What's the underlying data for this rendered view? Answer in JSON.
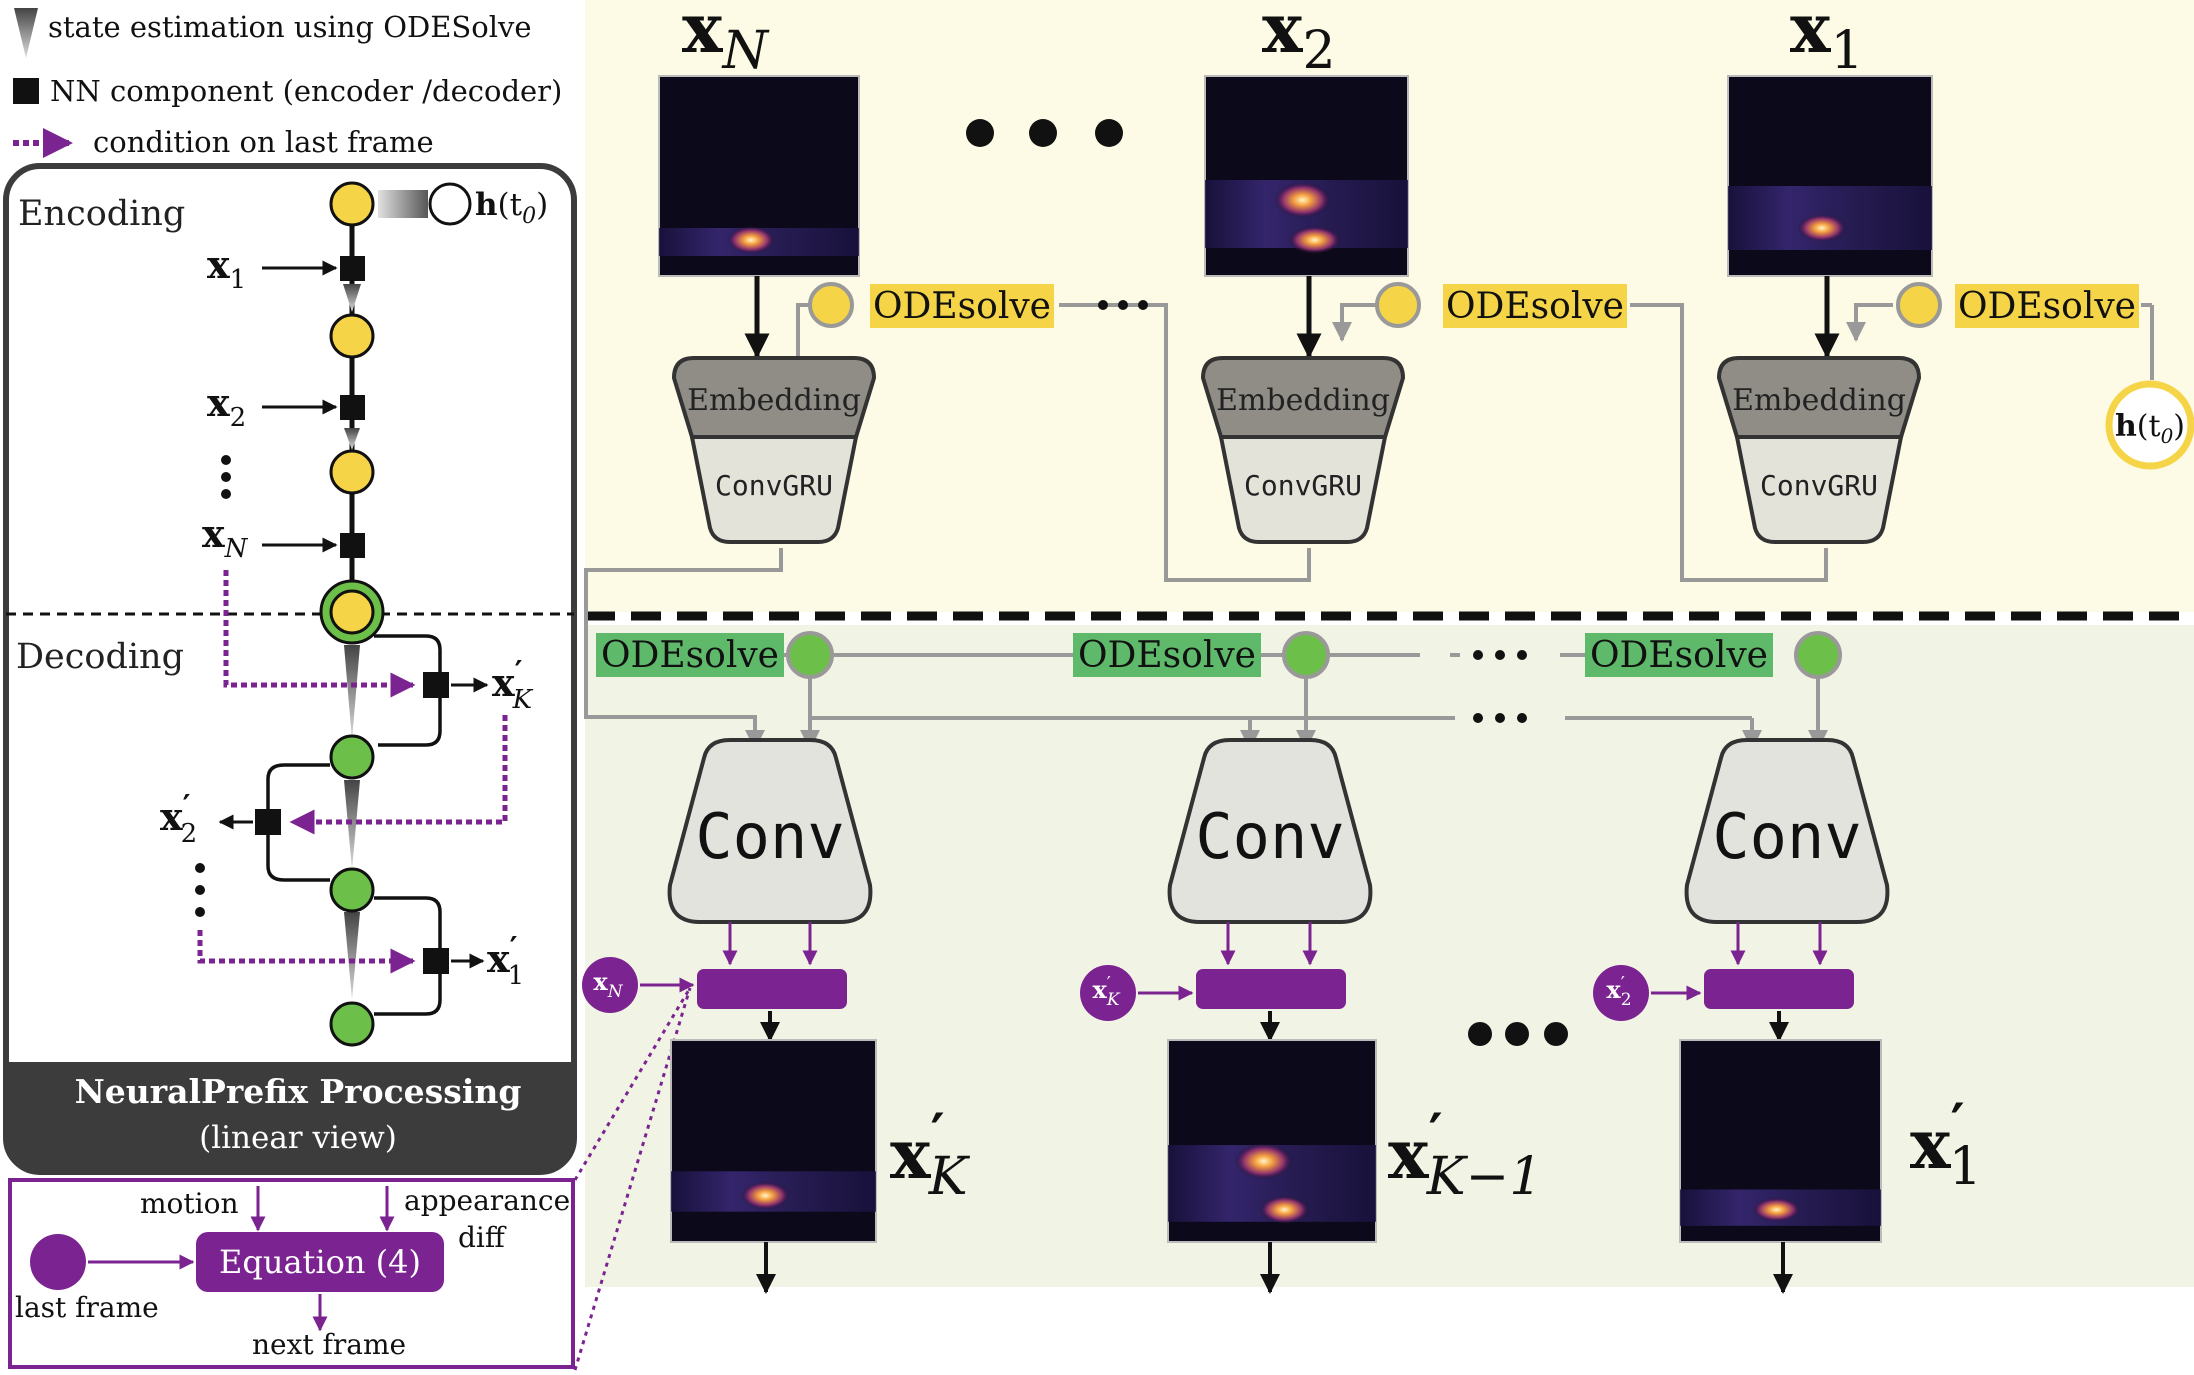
{
  "legend": {
    "state_estimation": "state estimation using ODESolve",
    "nn_component": "NN component (encoder /decoder)",
    "condition": "condition on last frame"
  },
  "panel": {
    "encoding": "Encoding",
    "decoding": "Decoding",
    "title": "NeuralPrefix Processing",
    "subtitle": "(linear view)",
    "h0_base": "h",
    "h0_arg": "(t",
    "h0_sub": "0",
    "h0_close": ")",
    "enc_inputs": [
      {
        "base": "x",
        "sub": "1"
      },
      {
        "base": "x",
        "sub": "2"
      },
      {
        "base": "x",
        "sub": "N"
      }
    ],
    "dec_outputs": [
      {
        "base": "x",
        "prime": "′",
        "sub": "K"
      },
      {
        "base": "x",
        "prime": "′",
        "sub": "2"
      },
      {
        "base": "x",
        "prime": "′",
        "sub": "1"
      }
    ]
  },
  "equation_box": {
    "motion": "motion",
    "appearance": "appearance",
    "diff": "diff",
    "equation": "Equation (4)",
    "last_frame": "last frame",
    "next_frame": "next frame"
  },
  "encoder": {
    "frames": [
      {
        "base": "x",
        "sub": "N"
      },
      {
        "base": "x",
        "sub": "2"
      },
      {
        "base": "x",
        "sub": "1"
      }
    ],
    "odesolve": "ODEsolve",
    "embedding": "Embedding",
    "convgru": "ConvGRU",
    "h0_base": "h",
    "h0_arg": "(t",
    "h0_sub": "0",
    "h0_close": ")"
  },
  "decoder": {
    "odesolve": "ODEsolve",
    "conv": "Conv",
    "cond_inputs": [
      {
        "base": "x",
        "prime": "",
        "sub": "N"
      },
      {
        "base": "x",
        "prime": "′",
        "sub": "K"
      },
      {
        "base": "x",
        "prime": "′",
        "sub": "2"
      }
    ],
    "outputs": [
      {
        "base": "x",
        "prime": "′",
        "sub": "K"
      },
      {
        "base": "x",
        "prime": "′",
        "sub": "K−1"
      },
      {
        "base": "x",
        "prime": "′",
        "sub": "1"
      }
    ]
  },
  "colors": {
    "encoder_bg": "#fdfbe6",
    "decoder_bg": "#f1f4e4",
    "yellow": "#f5d547",
    "green": "#6cc04a",
    "purple": "#7b2391",
    "label_yellow": "#f5d547",
    "label_green": "#5fb96b",
    "embed": "#8f8d86",
    "light_block": "#e4e3da",
    "conv_fill": "#e3e3dd",
    "panel_dark": "#3c3c3c"
  }
}
